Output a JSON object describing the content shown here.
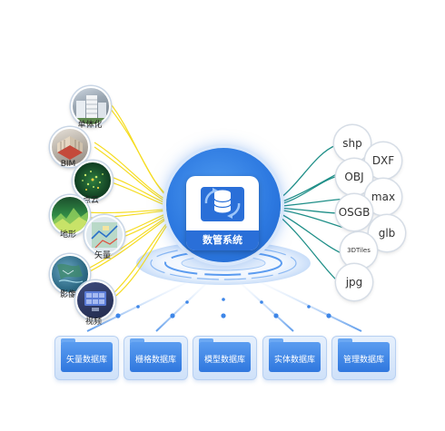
{
  "hub": {
    "label": "数管系统"
  },
  "sources": [
    {
      "id": "single",
      "label": "单体化",
      "icon": "building-photo-icon"
    },
    {
      "id": "bim",
      "label": "BIM",
      "icon": "bim-model-photo-icon"
    },
    {
      "id": "pointcloud",
      "label": "点云",
      "icon": "point-cloud-photo-icon"
    },
    {
      "id": "terrain",
      "label": "地形",
      "icon": "terrain-photo-icon"
    },
    {
      "id": "vector",
      "label": "矢量",
      "icon": "vector-map-photo-icon"
    },
    {
      "id": "imagery",
      "label": "影像",
      "icon": "satellite-imagery-photo-icon"
    },
    {
      "id": "video",
      "label": "视频",
      "icon": "video-wall-photo-icon"
    }
  ],
  "formats": [
    "shp",
    "DXF",
    "OBJ",
    "max",
    "OSGB",
    "glb",
    "3DTiles",
    "jpg"
  ],
  "databases": [
    "矢量数据库",
    "栅格数据库",
    "模型数据库",
    "实体数据库",
    "管理数据库"
  ],
  "colors": {
    "hub_blue": "#2c78e0",
    "source_wire": "#f5d90a",
    "format_wire": "#1f8f88",
    "db_arrow": "#3d86e8",
    "db_folder": "#3a83e6"
  }
}
